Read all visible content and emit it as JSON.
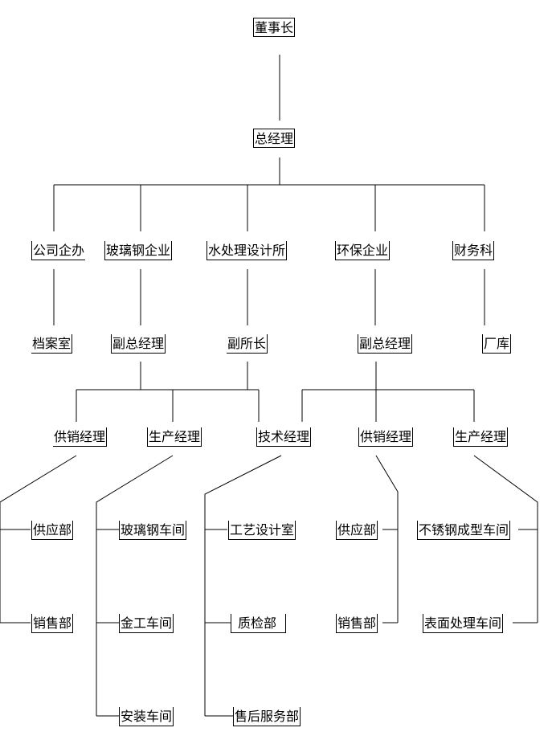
{
  "nodes": {
    "chairman": "董事长",
    "general_manager": "总经理",
    "company_office": "公司企办",
    "fiberglass_enterprise": "玻璃钢企业",
    "water_design_institute": "水处理设计所",
    "env_enterprise": "环保企业",
    "finance_dept": "财务科",
    "archives_room": "档案室",
    "deputy_gm_fiberglass": "副总经理",
    "deputy_director": "副所长",
    "deputy_gm_env": "副总经理",
    "factory_warehouse": "厂库",
    "supply_sales_mgr_1": "供销经理",
    "production_mgr_1": "生产经理",
    "technical_mgr": "技术经理",
    "supply_sales_mgr_2": "供销经理",
    "production_mgr_2": "生产经理",
    "supply_dept_1": "供应部",
    "sales_dept_1": "销售部",
    "fiberglass_workshop": "玻璃钢车间",
    "metalwork_workshop": "金工车间",
    "assembly_workshop": "安装车间",
    "process_design_room": "工艺设计室",
    "quality_dept": "质检部",
    "after_sales_dept": "售后服务部",
    "supply_dept_2": "供应部",
    "sales_dept_2": "销售部",
    "stainless_forming_workshop": "不锈钢成型车间",
    "surface_treatment_workshop": "表面处理车间"
  }
}
